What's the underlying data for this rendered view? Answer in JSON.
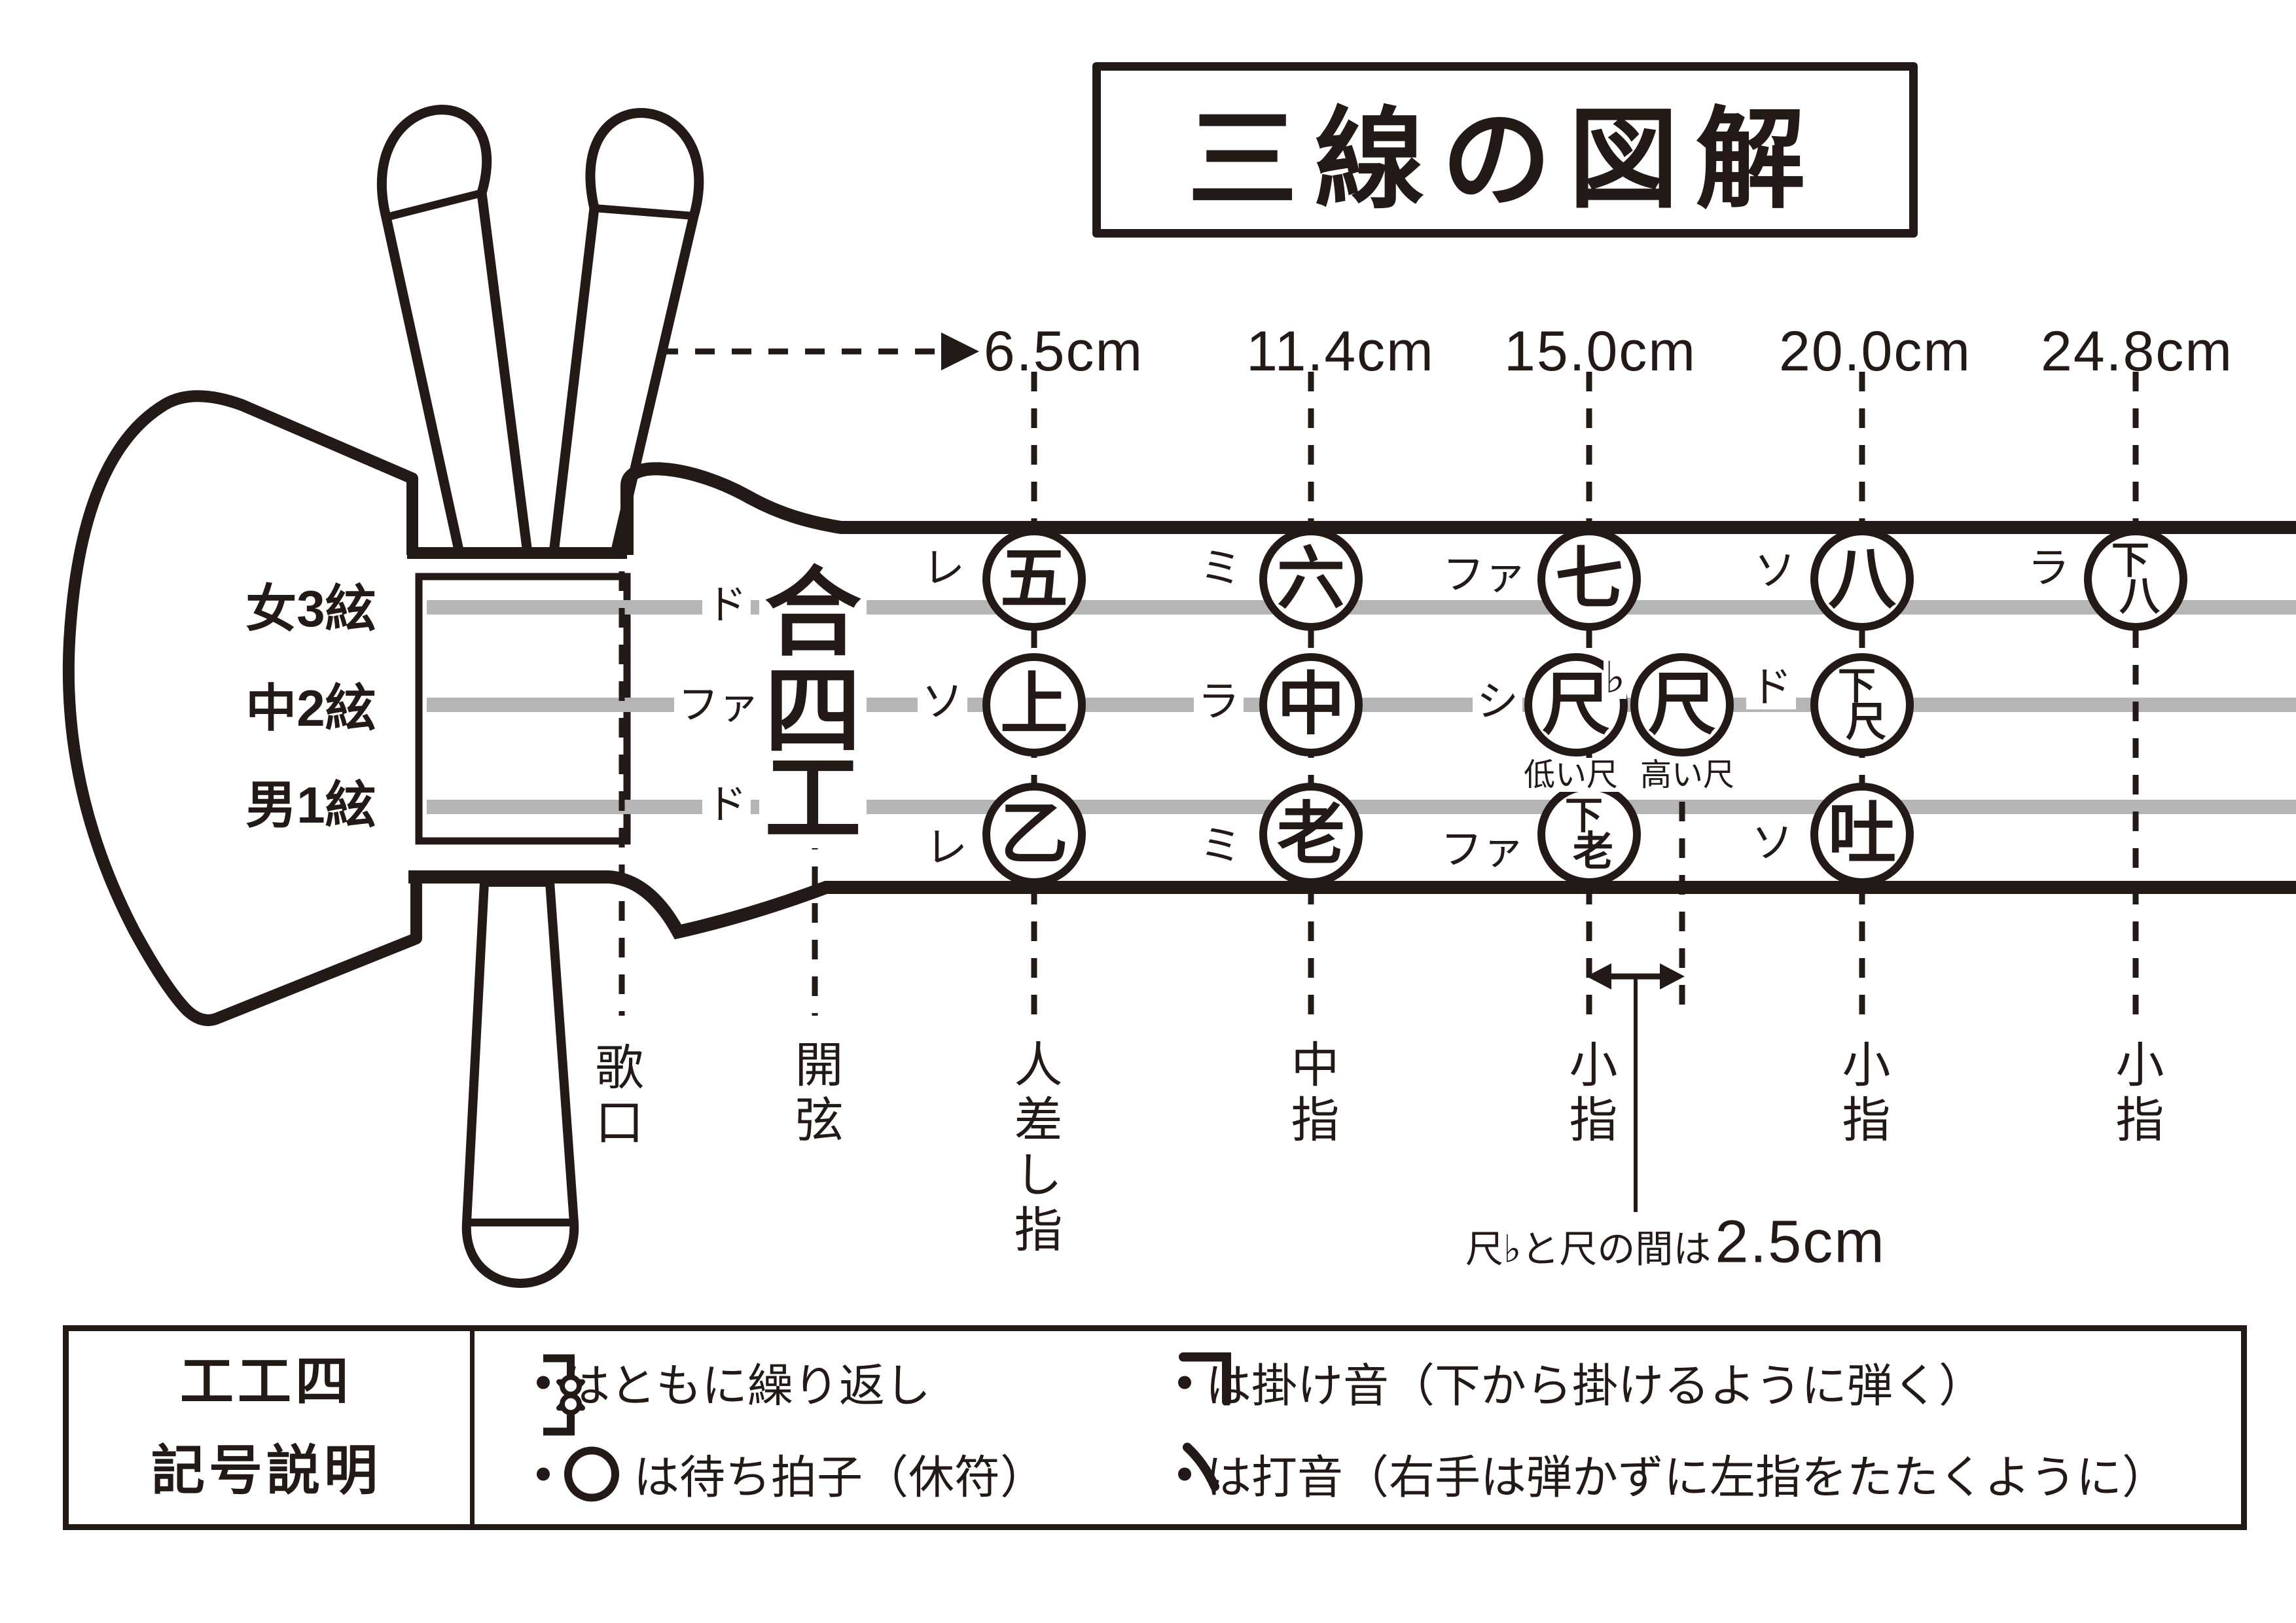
{
  "title": "三線の図解",
  "measurements": {
    "labels": [
      "6.5cm",
      "11.4cm",
      "15.0cm",
      "20.0cm",
      "24.8cm"
    ]
  },
  "string_labels": [
    "女3絃",
    "中2絃",
    "男1絃"
  ],
  "open_strings": {
    "solfege": [
      "ド",
      "ファ",
      "ド"
    ],
    "notes": [
      "合",
      "四",
      "工"
    ]
  },
  "kana": {
    "row_top": [
      "レ",
      "ミ",
      "ファ",
      "ソ",
      "ラ"
    ],
    "row_mid": [
      "ソ",
      "ラ",
      "シ",
      "ド"
    ],
    "row_bot": [
      "レ",
      "ミ",
      "ファ",
      "ソ"
    ]
  },
  "notes": {
    "row1": [
      "五",
      "六",
      "七",
      "八"
    ],
    "row1_last": {
      "top": "下",
      "main": "八"
    },
    "row2": {
      "jo": "上",
      "chu": "中",
      "shaku_flat": "尺",
      "flat": "♭",
      "shaku": "尺",
      "shimo_shaku": {
        "top": "下",
        "main": "尺"
      }
    },
    "row3": {
      "otsu": "乙",
      "ro": "老",
      "shimo_ro": {
        "top": "下",
        "main": "老"
      },
      "tsu": "吐"
    }
  },
  "shaku_labels": {
    "low": "低い尺",
    "high": "高い尺"
  },
  "annotation": {
    "text": "尺♭と尺の間は",
    "value": "2.5cm"
  },
  "finger_labels": [
    "歌口",
    "開弦",
    "人差し指",
    "中指",
    "小指",
    "小指",
    "小指"
  ],
  "legend": {
    "header_line1": "工工四",
    "header_line2": "記号説明",
    "item_repeat": "はともに繰り返し",
    "item_rest": "は待ち拍子（休符）",
    "item_kake": "は掛け音（下から掛けるように弾く）",
    "item_daon": "は打音（右手は弾かずに左指をたたくように）"
  },
  "colors": {
    "ink": "#231916",
    "string_gray": "#b5b5b5"
  }
}
